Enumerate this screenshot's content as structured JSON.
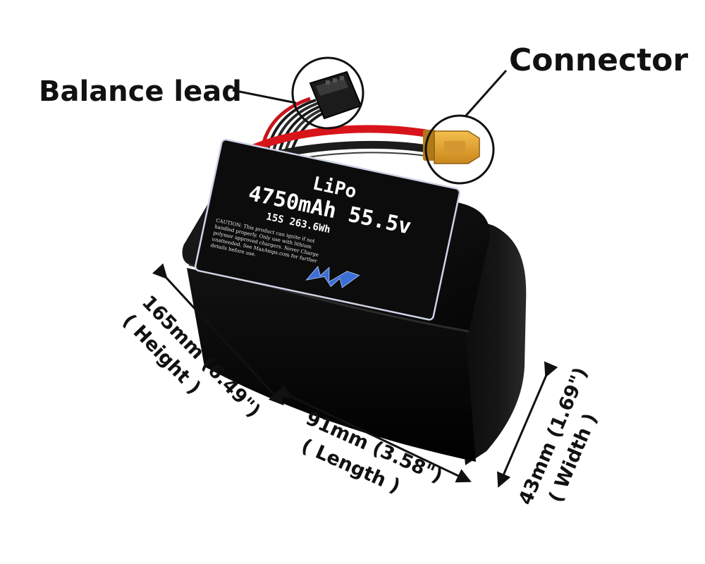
{
  "callouts": {
    "balance_lead": "Balance lead",
    "connector": "Connector"
  },
  "battery_label": {
    "chemistry": "LiPo",
    "capacity_voltage": "4750mAh 55.5v",
    "config_energy": "15S 263.6Wh",
    "caution_lines": [
      "CAUTION: This product can ignite if not",
      "handled properly. Only use with lithium",
      "polymer approved chargers. Never Charge",
      "unattended. See MaxAmps.com for further",
      "details before use."
    ],
    "logo_text": "MA"
  },
  "dimensions": {
    "height": {
      "value": "165mm (6.49\")",
      "caption": "( Height )"
    },
    "length": {
      "value": "91mm (3.58\")",
      "caption": "( Length )"
    },
    "width": {
      "value": "43mm (1.69\")",
      "caption": "( Width )"
    }
  },
  "colors": {
    "battery_body": "#0b0b0b",
    "label_border": "#cfd3e6",
    "wire_red": "#d8141b",
    "wire_black": "#1a1a1a",
    "connector_yellow": "#e8a52a",
    "logo_blue": "#3b6fd6"
  }
}
